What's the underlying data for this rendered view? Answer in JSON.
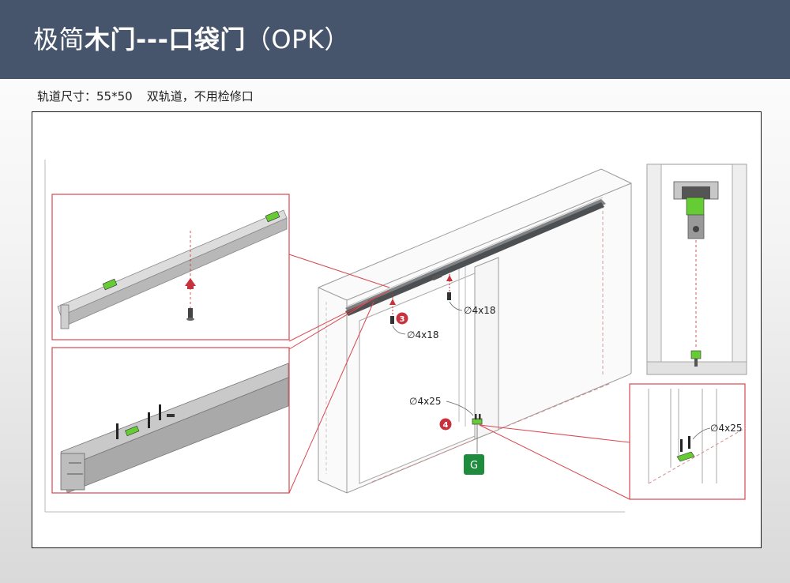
{
  "header": {
    "title_light_1": "极简",
    "title_bold": "木门---口袋门",
    "title_light_2": "（OPK）",
    "bg_color": "#46556b"
  },
  "spec": {
    "size_label": "轨道尺寸：",
    "size_value": "55*50",
    "notes": "双轨道，不用检修口"
  },
  "diagram": {
    "screw_label_top_right": "∅4x18",
    "screw_label_top_left": "∅4x18",
    "screw_label_bottom": "∅4x25",
    "screw_label_detail": "∅4x25",
    "step_3": "3",
    "step_4": "4",
    "guide_badge": "G",
    "accent_red": "#c8323c",
    "callout_red": "#d9474f",
    "guide_green": "#1e8c3c",
    "part_green": "#66cc33"
  }
}
